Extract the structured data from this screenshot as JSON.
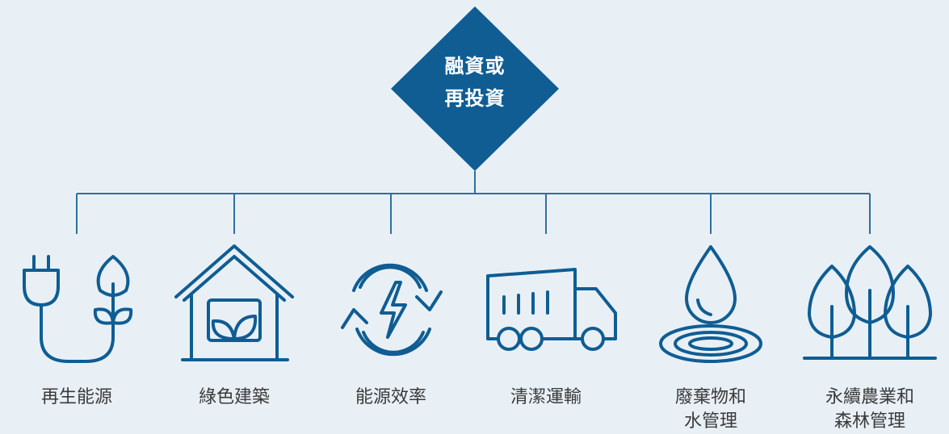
{
  "colors": {
    "background": "#e8f0f6",
    "accent": "#0f5d93",
    "line": "#2f6f9c",
    "text": "#3a3a3a"
  },
  "center": {
    "lines": [
      "融資或",
      "再投資"
    ]
  },
  "categories": [
    {
      "icon": "plug-leaf-icon",
      "lines": [
        "再生能源"
      ]
    },
    {
      "icon": "house-leaf-icon",
      "lines": [
        "綠色建築"
      ]
    },
    {
      "icon": "energy-cycle-icon",
      "lines": [
        "能源效率"
      ]
    },
    {
      "icon": "truck-icon",
      "lines": [
        "清潔運輸"
      ]
    },
    {
      "icon": "water-drop-icon",
      "lines": [
        "廢棄物和",
        "水管理"
      ]
    },
    {
      "icon": "trees-icon",
      "lines": [
        "永續農業和",
        "森林管理"
      ]
    }
  ]
}
